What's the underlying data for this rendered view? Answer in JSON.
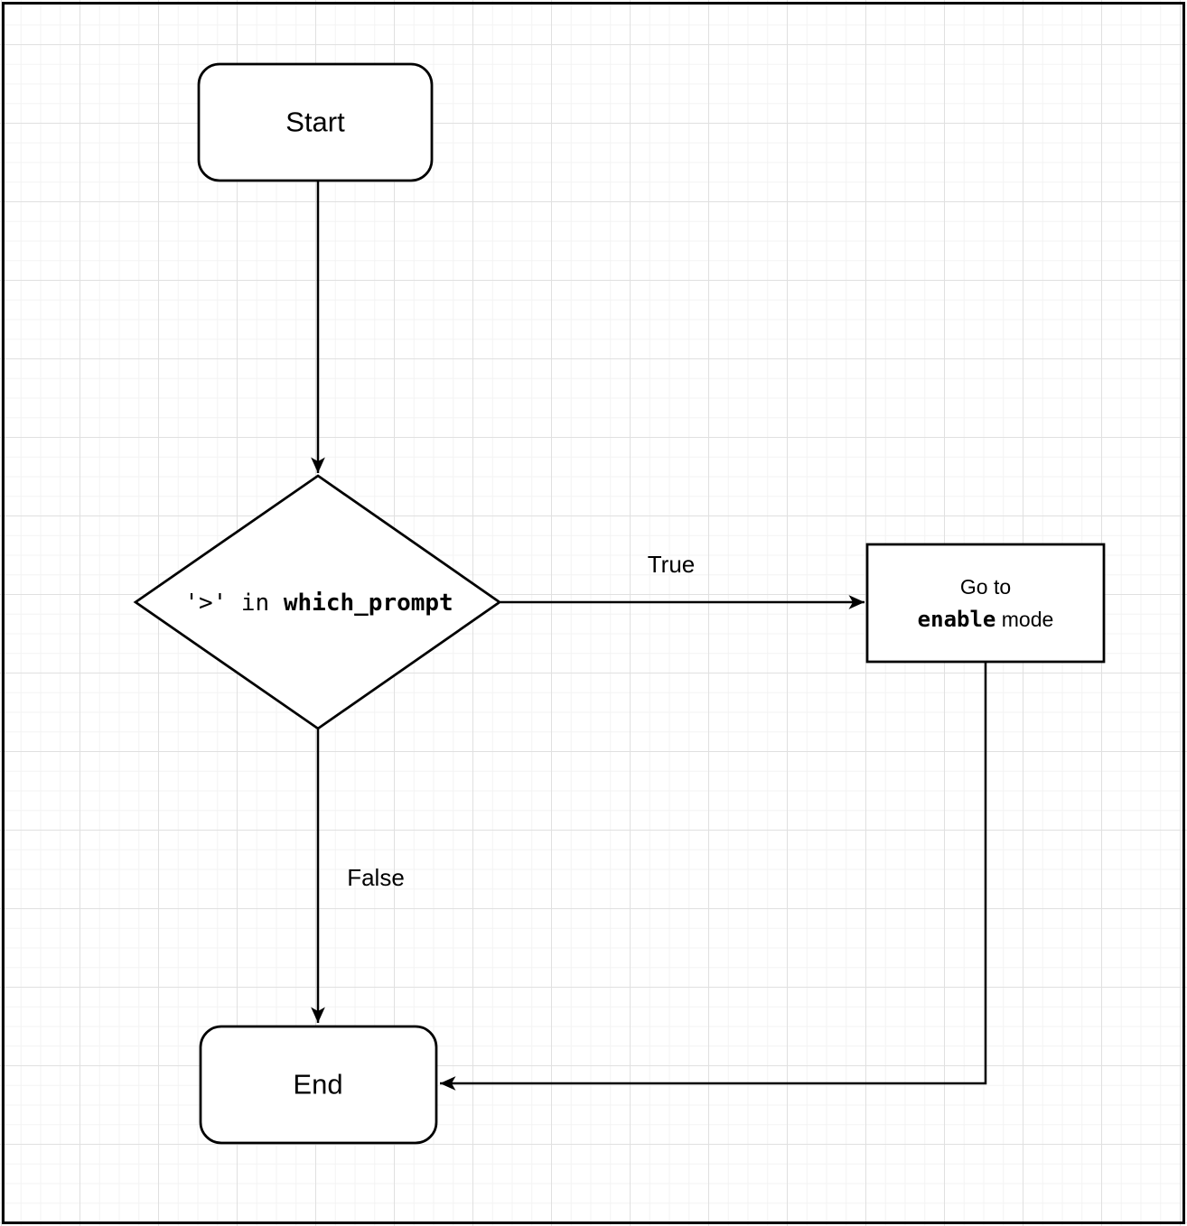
{
  "colors": {
    "stroke": "#000000",
    "fill": "#ffffff",
    "grid_minor": "#f3f3f3",
    "grid_major": "#e0e0e0",
    "frame": "#000000",
    "text": "#000000"
  },
  "flowchart": {
    "start_node": {
      "label": "Start"
    },
    "decision_node": {
      "prefix": "'>' in ",
      "emphasis": "which_prompt"
    },
    "process_node": {
      "line1": "Go to",
      "code": "enable",
      "suffix": " mode"
    },
    "end_node": {
      "label": "End"
    },
    "edge_labels": {
      "true_branch": "True",
      "false_branch": "False"
    }
  }
}
